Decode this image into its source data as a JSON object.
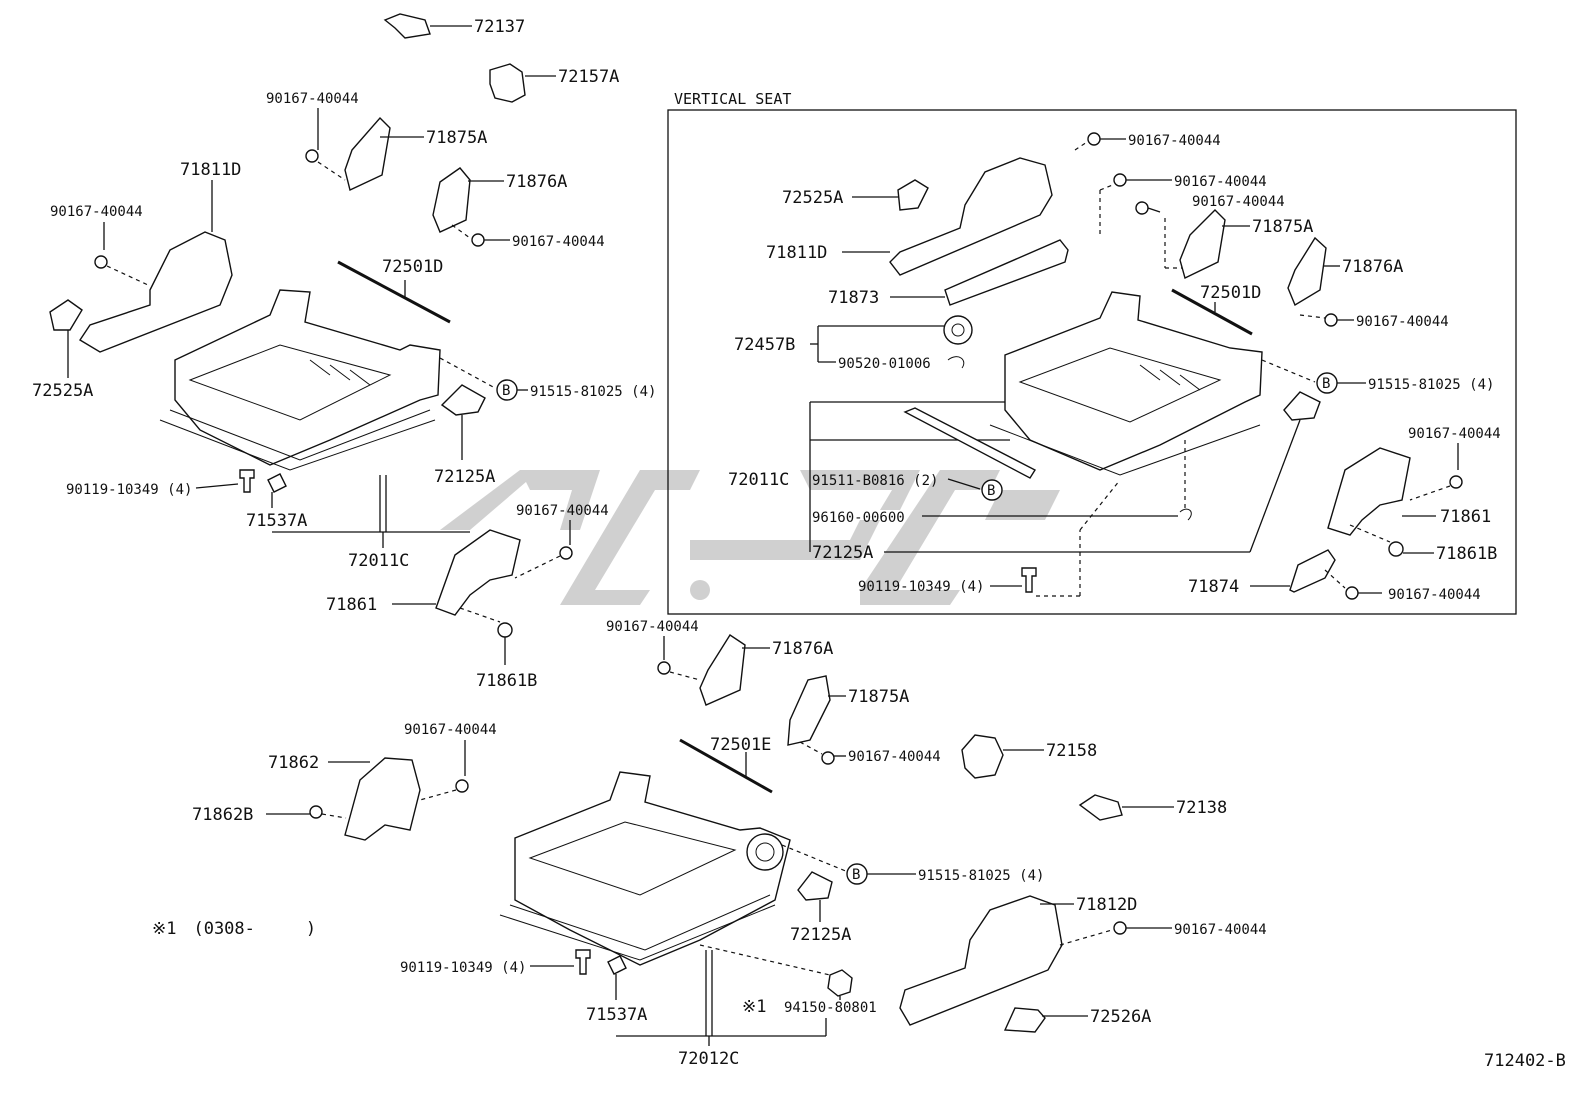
{
  "diagram": {
    "inset_title": "VERTICAL SEAT",
    "figure_code": "712402-B",
    "note": "※1　(0308-　　　)",
    "bolt_symbol": "B",
    "labels": {
      "p72137": "72137",
      "p72157A": "72157A",
      "p90167_a": "90167-40044",
      "p71875A_a": "71875A",
      "p71876A_a": "71876A",
      "p90167_b": "90167-40044",
      "p71811D_a": "71811D",
      "p90167_c": "90167-40044",
      "p72525A_a": "72525A",
      "p72501D_a": "72501D",
      "p91515_a": "91515-81025 (4)",
      "p72125A_a": "72125A",
      "p90119_a": "90119-10349 (4)",
      "p71537A_a": "71537A",
      "p72011C_a": "72011C",
      "p90167_d": "90167-40044",
      "p71861_a": "71861",
      "p71861B_a": "71861B",
      "i90167_a": "90167-40044",
      "i90167_b": "90167-40044",
      "i90167_c": "90167-40044",
      "i72525A": "72525A",
      "i71811D": "71811D",
      "i71875A": "71875A",
      "i71876A": "71876A",
      "i71873": "71873",
      "i72501D": "72501D",
      "i90167_d": "90167-40044",
      "i72457B": "72457B",
      "i90520": "90520-01006",
      "i91515": "91515-81025 (4)",
      "i90167_e": "90167-40044",
      "i72011C": "72011C",
      "i91511": "91511-B0816 (2)",
      "i96160": "96160-00600",
      "i72125A": "72125A",
      "i90119": "90119-10349 (4)",
      "i71861": "71861",
      "i71861B": "71861B",
      "i71874": "71874",
      "i90167_f": "90167-40044",
      "l90167_a": "90167-40044",
      "l71876A": "71876A",
      "l71875A": "71875A",
      "l72501E": "72501E",
      "l90167_b": "90167-40044",
      "l72158": "72158",
      "l90167_c": "90167-40044",
      "l71862": "71862",
      "l71862B": "71862B",
      "l72138": "72138",
      "l91515": "91515-81025 (4)",
      "l71812D": "71812D",
      "l90167_d": "90167-40044",
      "l72125A": "72125A",
      "l90119": "90119-10349 (4)",
      "l71537A": "71537A",
      "l94150": "94150-80801",
      "l94150_mark": "※1",
      "l72526A": "72526A",
      "l72012C": "72012C"
    }
  }
}
